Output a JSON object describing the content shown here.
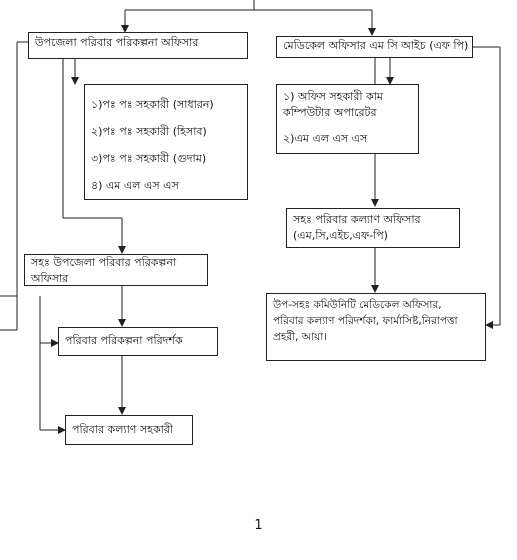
{
  "nodes": {
    "upazila_fp_officer": "উপজেলা পরিবার পরিকল্পনা অফিসার",
    "medical_officer_mcf": "মেডিকেল অফিসার এম সি আইচ (এফ পি)",
    "assistants": [
      "১)পঃ পঃ সহকারী (সাধারন)",
      "২)পঃ পঃ সহকারী (হিসাব)",
      "৩)পঃ পঃ সহকারী (গুদাম)",
      "৪) এম এল এস এস"
    ],
    "office_staff": [
      "১) অফিস সহকারী কাম",
      "কম্পিউটার অপারেটর",
      "২)এম এল এস এস"
    ],
    "asst_fw_officer": [
      "সহঃ পরিবার কল্যাণ অফিসার",
      "(এম,সি,এইচ,এফ-পি)"
    ],
    "asst_upazila_fp_officer": [
      "সহঃ উপজেলা পরিবার পরিকল্পনা",
      "অফিসার"
    ],
    "sub_asst_staff": [
      "উপ-সহঃ কমিউনিটি মেডিকেল অফিসার,",
      "পরিবার কল্যাণ পরিদর্শকা, ফার্মাসিষ্ট,নিরাপত্তা",
      "প্রহরী, আয়া।"
    ],
    "fp_inspector": "পরিবার পরিকল্পনা পরিদর্শক",
    "fw_assistant": "পরিবার কল্যাণ সহকারী"
  },
  "page_number": "1"
}
